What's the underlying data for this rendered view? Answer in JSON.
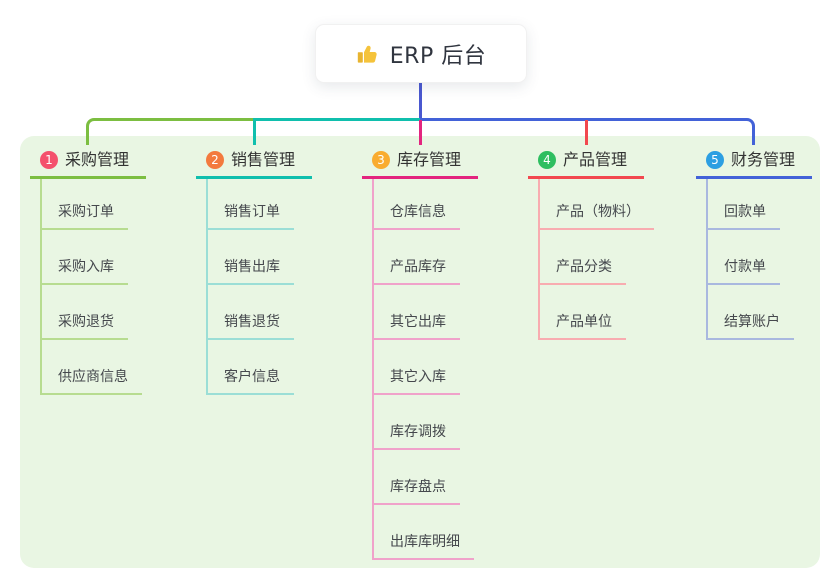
{
  "root": {
    "label": "ERP 后台",
    "icon": "thumbs-up"
  },
  "colors": {
    "panel_bg": "#E9F6E3",
    "trunk": "#4A58D0",
    "icon_yellow": "#F5C33B",
    "icon_yellow_dark": "#E8B430"
  },
  "branches": [
    {
      "num": "1",
      "label": "采购管理",
      "badge_color": "#F4516C",
      "accent": "#7CBE41",
      "light": "#B7DC90",
      "children": [
        "采购订单",
        "采购入库",
        "采购退货",
        "供应商信息"
      ]
    },
    {
      "num": "2",
      "label": "销售管理",
      "badge_color": "#F37A3E",
      "accent": "#10BFAD",
      "light": "#9BDED6",
      "children": [
        "销售订单",
        "销售出库",
        "销售退货",
        "客户信息"
      ]
    },
    {
      "num": "3",
      "label": "库存管理",
      "badge_color": "#F9AC30",
      "accent": "#E3257F",
      "light": "#F0A2CA",
      "children": [
        "仓库信息",
        "产品库存",
        "其它出库",
        "其它入库",
        "库存调拨",
        "库存盘点",
        "出库库明细"
      ]
    },
    {
      "num": "4",
      "label": "产品管理",
      "badge_color": "#2EBE60",
      "accent": "#F2484F",
      "light": "#F8ACB0",
      "children": [
        "产品（物料）",
        "产品分类",
        "产品单位"
      ]
    },
    {
      "num": "5",
      "label": "财务管理",
      "badge_color": "#2C9FE2",
      "accent": "#4362D8",
      "light": "#A9B8DF",
      "children": [
        "回款单",
        "付款单",
        "结算账户"
      ]
    }
  ]
}
